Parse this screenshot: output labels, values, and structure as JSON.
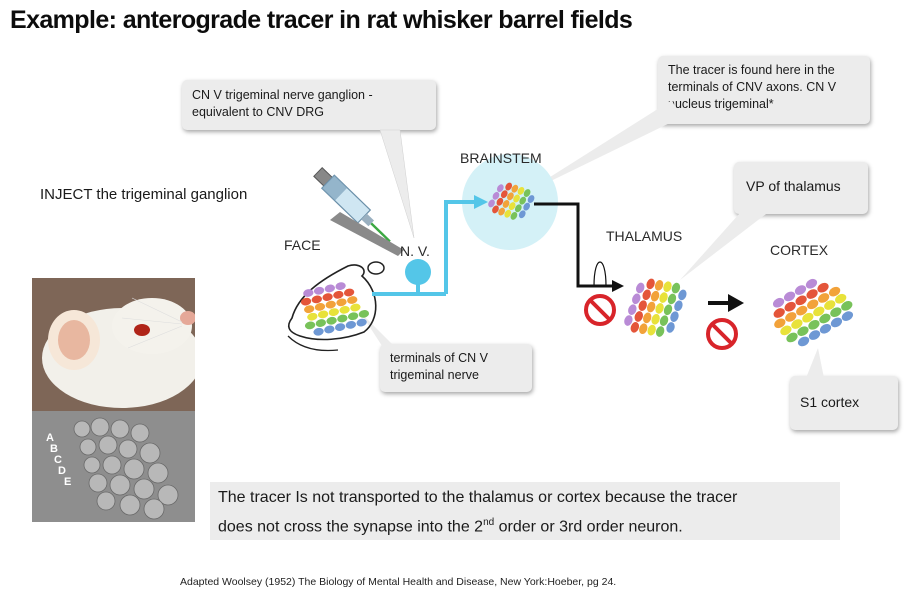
{
  "slide": {
    "title": "Example: anterograde tracer in rat whisker barrel fields",
    "inject_text": "INJECT the trigeminal ganglion",
    "callout_ganglion": {
      "line1": "CN V trigeminal nerve ganglion  -",
      "line2": "equivalent to CNV DRG"
    },
    "callout_tracer": {
      "line1": "The tracer is found here in the",
      "line2": "terminals of CNV axons. CN V",
      "line3": "nucleus trigeminal*"
    },
    "callout_vp": "VP of thalamus",
    "callout_terminals": {
      "line1": "terminals of CN V",
      "line2": "trigeminal nerve"
    },
    "callout_s1": "S1 cortex",
    "labels": {
      "face": "FACE",
      "nv": "N. V.",
      "brainstem": "BRAINSTEM",
      "thalamus": "THALAMUS",
      "cortex": "CORTEX"
    },
    "barrel_rows": [
      "A",
      "B",
      "C",
      "D",
      "E"
    ],
    "note": {
      "part1": "The tracer Is not transported to the thalamus or cortex because the tracer",
      "part2": "does not cross the synapse into the 2",
      "sup": "nd",
      "part3": " order or 3rd order neuron."
    },
    "footer": "Adapted Woolsey (1952) The Biology of Mental Health and Disease, New York:Hoeber, pg 24.",
    "colors": {
      "row_a": "#b98bd6",
      "row_b": "#e4553a",
      "row_c": "#f2a23a",
      "row_d": "#e8e23a",
      "row_e": "#78c25a",
      "row_f": "#6e98d4",
      "nerve": "#54c6e8",
      "brainstem_glow": "#d4f1f7",
      "no_sign": "#d8242a"
    }
  }
}
